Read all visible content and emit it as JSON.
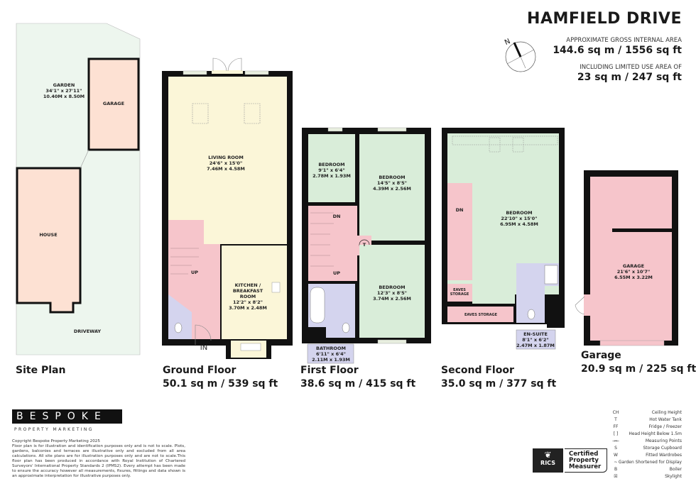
{
  "header": {
    "title": "HAMFIELD DRIVE",
    "gross_caption": "APPROXIMATE GROSS INTERNAL AREA",
    "gross_value": "144.6 sq m / 1556 sq ft",
    "limited_caption": "INCLUDING LIMITED USE AREA OF",
    "limited_value": "23 sq m / 247 sq ft",
    "compass_label": "N"
  },
  "site_plan": {
    "title": "Site Plan",
    "garden": [
      "GARDEN",
      "34'1\" x 27'11\"",
      "10.40M x 8.50M"
    ],
    "garage": "GARAGE",
    "house": "HOUSE",
    "driveway": "DRIVEWAY"
  },
  "ground_floor": {
    "title": "Ground Floor",
    "area": "50.1 sq m / 539 sq ft",
    "living": [
      "LIVING ROOM",
      "24'6\" x 15'0\"",
      "7.46M x 4.58M"
    ],
    "kitchen": [
      "KITCHEN /",
      "BREAKFAST",
      "ROOM",
      "12'2\" x 8'2\"",
      "3.70M x 2.48M"
    ],
    "up": "UP",
    "entrance": "IN"
  },
  "first_floor": {
    "title": "First Floor",
    "area": "38.6 sq m / 415 sq ft",
    "bedroom1": [
      "BEDROOM",
      "9'1\" x 6'4\"",
      "2.78M x 1.93M"
    ],
    "bedroom2": [
      "BEDROOM",
      "14'5\" x 8'5\"",
      "4.39M x 2.56M"
    ],
    "bedroom3": [
      "BEDROOM",
      "12'3\" x 8'5\"",
      "3.74M x 2.56M"
    ],
    "bathroom": [
      "BATHROOM",
      "6'11\" x 6'4\"",
      "2.11M x 1.93M"
    ],
    "dn": "DN",
    "up": "UP",
    "tank": "T"
  },
  "second_floor": {
    "title": "Second Floor",
    "area": "35.0 sq m / 377 sq ft",
    "bedroom": [
      "BEDROOM",
      "22'10\" x 15'0\"",
      "6.95M x 4.58M"
    ],
    "ensuite": [
      "EN-SUITE",
      "8'1\" x 6'2\"",
      "2.47M x 1.87M"
    ],
    "eaves1": [
      "EAVES",
      "STORAGE"
    ],
    "eaves2": "EAVES STORAGE",
    "dn": "DN"
  },
  "garage": {
    "title": "Garage",
    "area": "20.9 sq m / 225 sq ft",
    "room": [
      "GARAGE",
      "21'6\" x 10'7\"",
      "6.55M x 3.22M"
    ]
  },
  "branding": {
    "logo": "BESPOKE",
    "subtitle": "PROPERTY MARKETING",
    "rics": "RICS",
    "certified": [
      "Certified",
      "Property",
      "Measurer"
    ]
  },
  "disclaimer": [
    "Copyright Bespoke Property Marketing 2025",
    "Floor plan is for illustration and identification purposes only and is not to scale. Plots, gardens, balconies and terraces are illustrative only and excluded from all area calculations.  All site plans are for illustration purposes only and are not to scale.This floor plan has been produced in accordance with Royal Institution of Chartered Surveyors' International Property Standards 2 (IPMS2). Every attempt has been made to ensure the accuracy however all measurements, fixures, fittings and data shown is an approximate interpretation for illustrative purposes only."
  ],
  "legend": [
    {
      "symbol": "CH",
      "label": "Ceiling Height"
    },
    {
      "symbol": "T",
      "label": "Hot Water Tank"
    },
    {
      "symbol": "FF",
      "label": "Fridge / Freezer"
    },
    {
      "symbol": "[ ]",
      "label": "Head Height Below 1.5m"
    },
    {
      "symbol": "→←",
      "label": "Measuring Points"
    },
    {
      "symbol": "S",
      "label": "Storage Cupboard"
    },
    {
      "symbol": "W",
      "label": "Fitted Wardrobes"
    },
    {
      "symbol": "~",
      "label": "Garden Shortened for Display"
    },
    {
      "symbol": "B",
      "label": "Boiler"
    },
    {
      "symbol": "☒",
      "label": "Skylight"
    }
  ],
  "colors": {
    "wall": "#111111",
    "living": "#fbf6d8",
    "hall": "#f6c5cb",
    "bedroom": "#d9edd9",
    "bathroom": "#d4d4ee",
    "site": "#edf6ee",
    "site_building": "#fde1d3"
  }
}
